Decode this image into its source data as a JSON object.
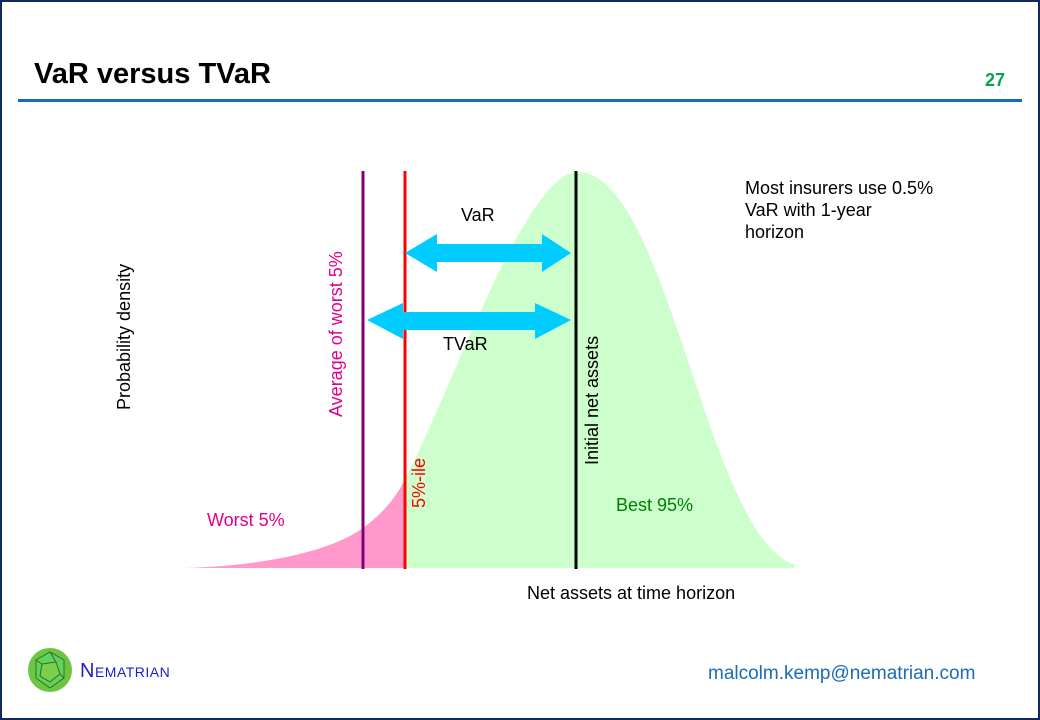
{
  "slide": {
    "title": "VaR versus TVaR",
    "page_number": "27",
    "footer_brand": "Nematrian",
    "footer_email": "malcolm.kemp@nematrian.com"
  },
  "diagram": {
    "y_axis_label": "Probability density",
    "x_axis_label": "Net assets at time horizon",
    "line_labels": {
      "average_worst": "Average of worst 5%",
      "percentile": "5%-ile",
      "initial": "Initial net assets"
    },
    "arrow_labels": {
      "var": "VaR",
      "tvar": "TVaR"
    },
    "region_labels": {
      "worst": "Worst 5%",
      "best": "Best 95%"
    },
    "note": "Most insurers use 0.5% VaR with 1-year horizon",
    "colors": {
      "worst_fill": "#ff99cc",
      "best_fill": "#ccffcc",
      "arrow": "#00ccff",
      "average_line": "#800080",
      "percentile_line": "#ff0000",
      "initial_line": "#000000",
      "worst_text": "#e0008a",
      "best_text": "#008000"
    }
  }
}
